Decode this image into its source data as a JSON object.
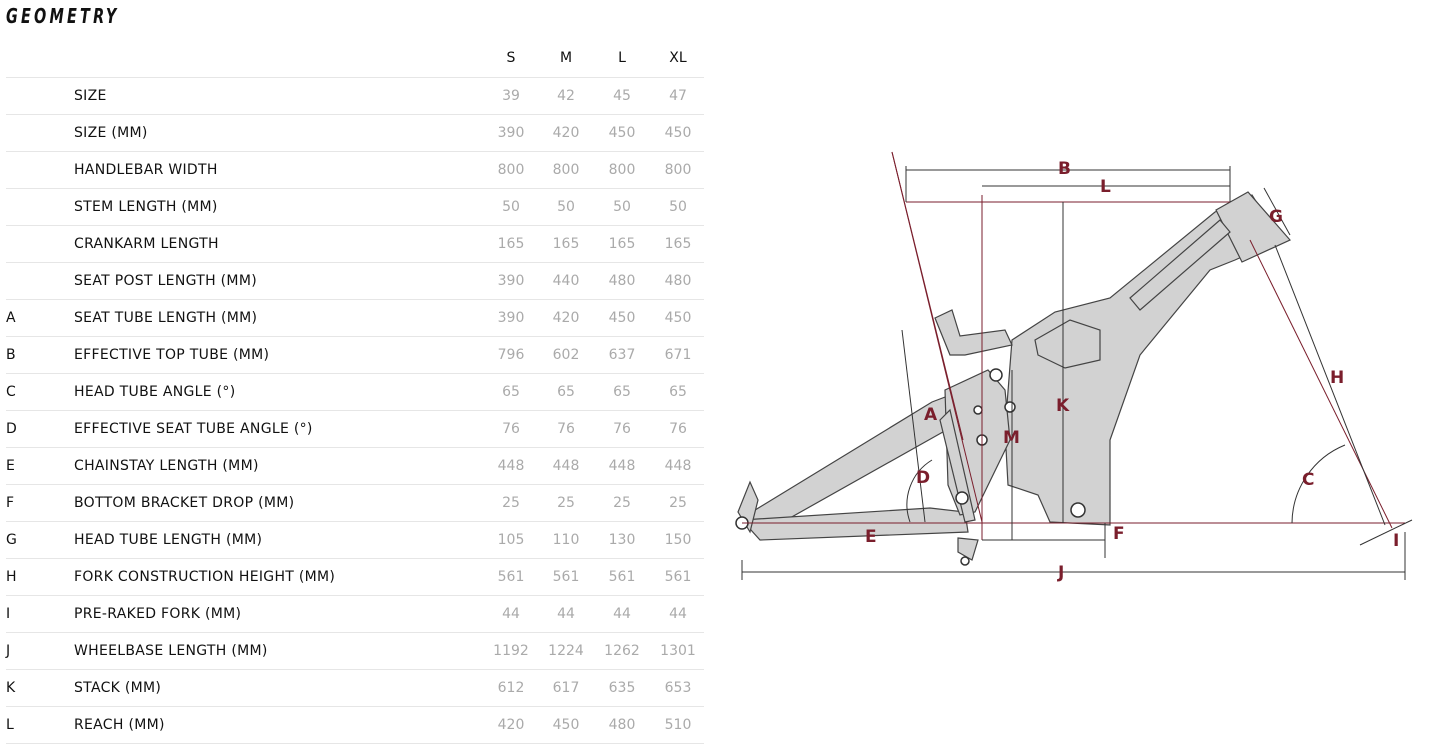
{
  "title": "GEOMETRY",
  "sizes": [
    "S",
    "M",
    "L",
    "XL"
  ],
  "rows": [
    {
      "code": "",
      "label": "SIZE",
      "values": [
        "39",
        "42",
        "45",
        "47"
      ]
    },
    {
      "code": "",
      "label": "SIZE (MM)",
      "values": [
        "390",
        "420",
        "450",
        "450"
      ]
    },
    {
      "code": "",
      "label": "HANDLEBAR WIDTH",
      "values": [
        "800",
        "800",
        "800",
        "800"
      ]
    },
    {
      "code": "",
      "label": "STEM LENGTH (MM)",
      "values": [
        "50",
        "50",
        "50",
        "50"
      ]
    },
    {
      "code": "",
      "label": "CRANKARM LENGTH",
      "values": [
        "165",
        "165",
        "165",
        "165"
      ]
    },
    {
      "code": "",
      "label": "SEAT POST LENGTH (MM)",
      "values": [
        "390",
        "440",
        "480",
        "480"
      ]
    },
    {
      "code": "A",
      "label": "SEAT TUBE LENGTH (MM)",
      "values": [
        "390",
        "420",
        "450",
        "450"
      ]
    },
    {
      "code": "B",
      "label": "EFFECTIVE TOP TUBE (MM)",
      "values": [
        "796",
        "602",
        "637",
        "671"
      ]
    },
    {
      "code": "C",
      "label": "HEAD TUBE ANGLE (°)",
      "values": [
        "65",
        "65",
        "65",
        "65"
      ]
    },
    {
      "code": "D",
      "label": "EFFECTIVE SEAT TUBE ANGLE (°)",
      "values": [
        "76",
        "76",
        "76",
        "76"
      ]
    },
    {
      "code": "E",
      "label": "CHAINSTAY LENGTH (MM)",
      "values": [
        "448",
        "448",
        "448",
        "448"
      ]
    },
    {
      "code": "F",
      "label": "BOTTOM BRACKET DROP (MM)",
      "values": [
        "25",
        "25",
        "25",
        "25"
      ]
    },
    {
      "code": "G",
      "label": "HEAD TUBE LENGTH (MM)",
      "values": [
        "105",
        "110",
        "130",
        "150"
      ]
    },
    {
      "code": "H",
      "label": "FORK CONSTRUCTION HEIGHT (MM)",
      "values": [
        "561",
        "561",
        "561",
        "561"
      ]
    },
    {
      "code": "I",
      "label": "PRE-RAKED FORK (MM)",
      "values": [
        "44",
        "44",
        "44",
        "44"
      ]
    },
    {
      "code": "J",
      "label": "WHEELBASE LENGTH (MM)",
      "values": [
        "1192",
        "1224",
        "1262",
        "1301"
      ]
    },
    {
      "code": "K",
      "label": "STACK (MM)",
      "values": [
        "612",
        "617",
        "635",
        "653"
      ]
    },
    {
      "code": "L",
      "label": "REACH (MM)",
      "values": [
        "420",
        "450",
        "480",
        "510"
      ]
    }
  ],
  "diagram": {
    "labels": {
      "A": "A",
      "B": "B",
      "C": "C",
      "D": "D",
      "E": "E",
      "F": "F",
      "G": "G",
      "H": "H",
      "I": "I",
      "J": "J",
      "K": "K",
      "L": "L",
      "M": "M"
    },
    "colors": {
      "frame": "#d2d2d2",
      "outline": "#444444",
      "accent": "#7a1e2c"
    }
  }
}
